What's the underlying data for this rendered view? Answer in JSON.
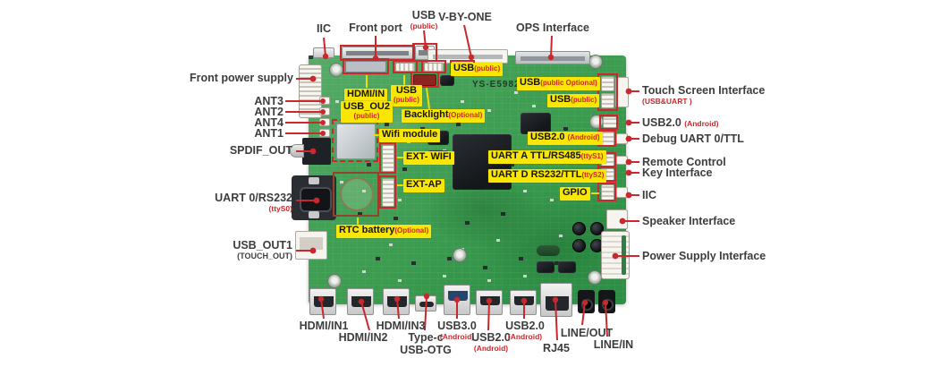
{
  "board": {
    "model": "YS-E5982"
  },
  "colors": {
    "accent_red": "#c9282d",
    "label_yellow": "#f9e604",
    "board_green": "#3b9b4f"
  },
  "top_labels": [
    {
      "label": "IIC"
    },
    {
      "label": "Front port"
    },
    {
      "label": "USB",
      "sub": "(public)"
    },
    {
      "label": "V-BY-ONE"
    },
    {
      "label": "OPS Interface"
    }
  ],
  "left_labels": [
    {
      "label": "Front power supply"
    },
    {
      "label": "ANT3"
    },
    {
      "label": "ANT2"
    },
    {
      "label": "ANT4"
    },
    {
      "label": "ANT1"
    },
    {
      "label": "SPDIF_OUT"
    },
    {
      "label": "UART 0/RS232",
      "sub": "(ttyS0)"
    },
    {
      "label": "USB_OUT1",
      "sub": "(TOUCH_OUT)"
    }
  ],
  "right_labels": [
    {
      "label": "Touch Screen Interface",
      "sub": "(USB&UART )"
    },
    {
      "label": "USB2.0",
      "sub": "(Android)"
    },
    {
      "label": "Debug UART 0/TTL"
    },
    {
      "label": "Remote Control"
    },
    {
      "label": "Key Interface"
    },
    {
      "label": "IIC"
    },
    {
      "label": "Speaker Interface"
    },
    {
      "label": "Power Supply Interface"
    }
  ],
  "bottom_labels": [
    {
      "label": "HDMI/IN1"
    },
    {
      "label": "HDMI/IN2"
    },
    {
      "label": "HDMI/IN3"
    },
    {
      "label": "Type-c",
      "sub": "USB-OTG"
    },
    {
      "label": "USB3.0",
      "sub": "(Android)"
    },
    {
      "label": "USB2.0",
      "sub": "(Android)"
    },
    {
      "label": "USB2.0",
      "sub": "(Android)"
    },
    {
      "label": "RJ45"
    },
    {
      "label": "LINE/OUT"
    },
    {
      "label": "LINE/IN"
    }
  ],
  "board_labels": [
    {
      "label": "USB",
      "sub": "(public)"
    },
    {
      "label": "USB",
      "sub": "(public Optional)"
    },
    {
      "label": "USB",
      "sub": "(public)"
    },
    {
      "label": "HDMI/IN"
    },
    {
      "label": "USB",
      "sub": "(public)"
    },
    {
      "label": "USB_OU2",
      "sub": "(public)"
    },
    {
      "label": "Backlight",
      "sub": "(Optional)"
    },
    {
      "label": "Wifi module"
    },
    {
      "label": "EXT- WIFI"
    },
    {
      "label": "EXT-AP"
    },
    {
      "label": "RTC battery",
      "sub": "(Optional)"
    },
    {
      "label": "USB2.0",
      "sub": "(Android)"
    },
    {
      "label": "UART A TTL/RS485",
      "sub": "(ttyS1)"
    },
    {
      "label": "UART D RS232/TTL",
      "sub": "(ttyS2)"
    },
    {
      "label": "GPIO"
    }
  ]
}
